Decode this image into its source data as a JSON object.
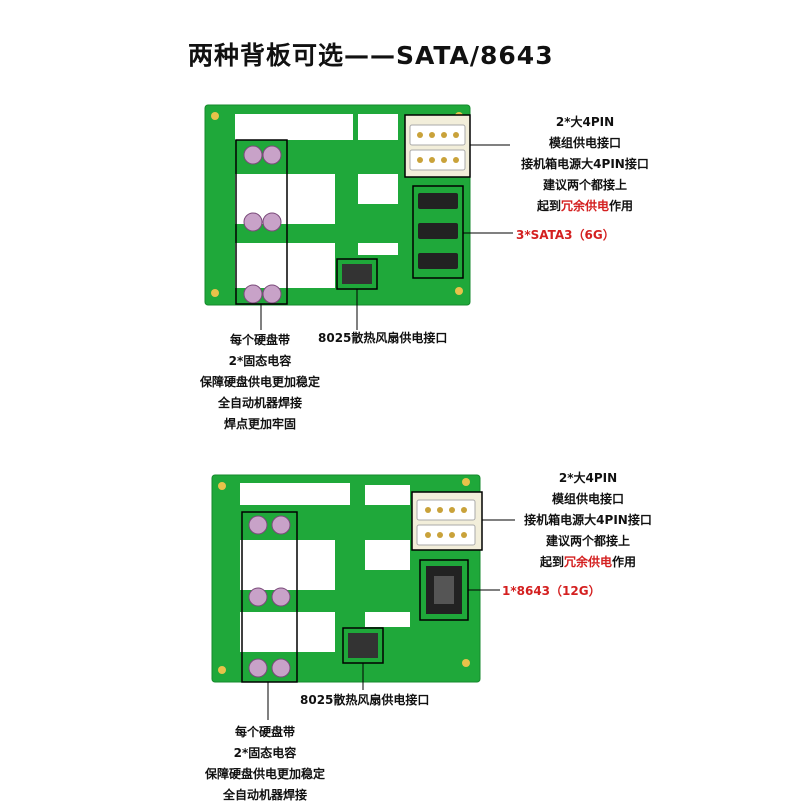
{
  "title": "两种背板可选——SATA/8643",
  "board1": {
    "power_lines": [
      "2*大4PIN",
      "模组供电接口",
      "接机箱电源大4PIN接口",
      "建议两个都接上"
    ],
    "power_last_prefix": "起到",
    "power_last_highlight": "冗余供电",
    "power_last_suffix": "作用",
    "sata_label": "3*SATA3（6G）",
    "fan_label": "8025散热风扇供电接口",
    "cap_lines": [
      "每个硬盘带",
      "2*固态电容",
      "保障硬盘供电更加稳定",
      "全自动机器焊接",
      "焊点更加牢固"
    ]
  },
  "board2": {
    "power_lines": [
      "2*大4PIN",
      "模组供电接口",
      "接机箱电源大4PIN接口",
      "建议两个都接上"
    ],
    "power_last_prefix": "起到",
    "power_last_highlight": "冗余供电",
    "power_last_suffix": "作用",
    "conn_label": "1*8643（12G）",
    "fan_label": "8025散热风扇供电接口",
    "cap_lines": [
      "每个硬盘带",
      "2*固态电容",
      "保障硬盘供电更加稳定",
      "全自动机器焊接"
    ]
  },
  "colors": {
    "pcb": "#1fa83a",
    "pcb_edge": "#158a2c",
    "highlight": "#d42020"
  }
}
